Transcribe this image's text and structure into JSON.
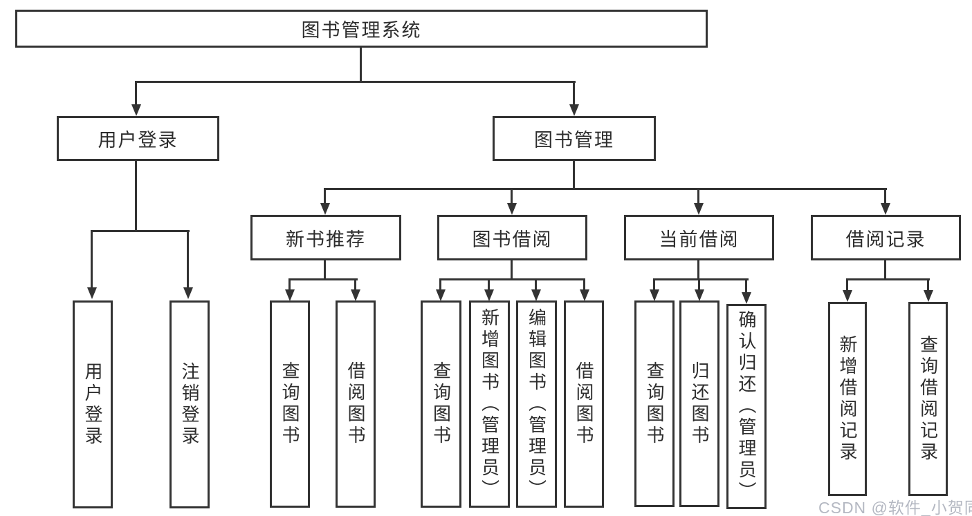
{
  "colors": {
    "line": "#333333",
    "text": "#2d2d2d",
    "box_background": "#ffffff",
    "page_background": "#ffffff",
    "watermark": "#b4b8c2"
  },
  "root": {
    "label": "图书管理系统"
  },
  "branches": [
    {
      "label": "用户登录"
    },
    {
      "label": "图书管理"
    }
  ],
  "modules": [
    {
      "label": "新书推荐"
    },
    {
      "label": "图书借阅"
    },
    {
      "label": "当前借阅"
    },
    {
      "label": "借阅记录"
    }
  ],
  "functions": [
    {
      "label": "用户登录"
    },
    {
      "label": "注销登录"
    },
    {
      "label": "查询图书"
    },
    {
      "label": "借阅图书"
    },
    {
      "label": "查询图书"
    },
    {
      "label": "新增图书（管理员）"
    },
    {
      "label": "编辑图书（管理员）"
    },
    {
      "label": "借阅图书"
    },
    {
      "label": "查询图书"
    },
    {
      "label": "归还图书"
    },
    {
      "label": "确认归还（管理员）"
    },
    {
      "label": "新增借阅记录"
    },
    {
      "label": "查询借阅记录"
    }
  ],
  "watermark": {
    "text": "CSDN @软件_小贺同学"
  }
}
